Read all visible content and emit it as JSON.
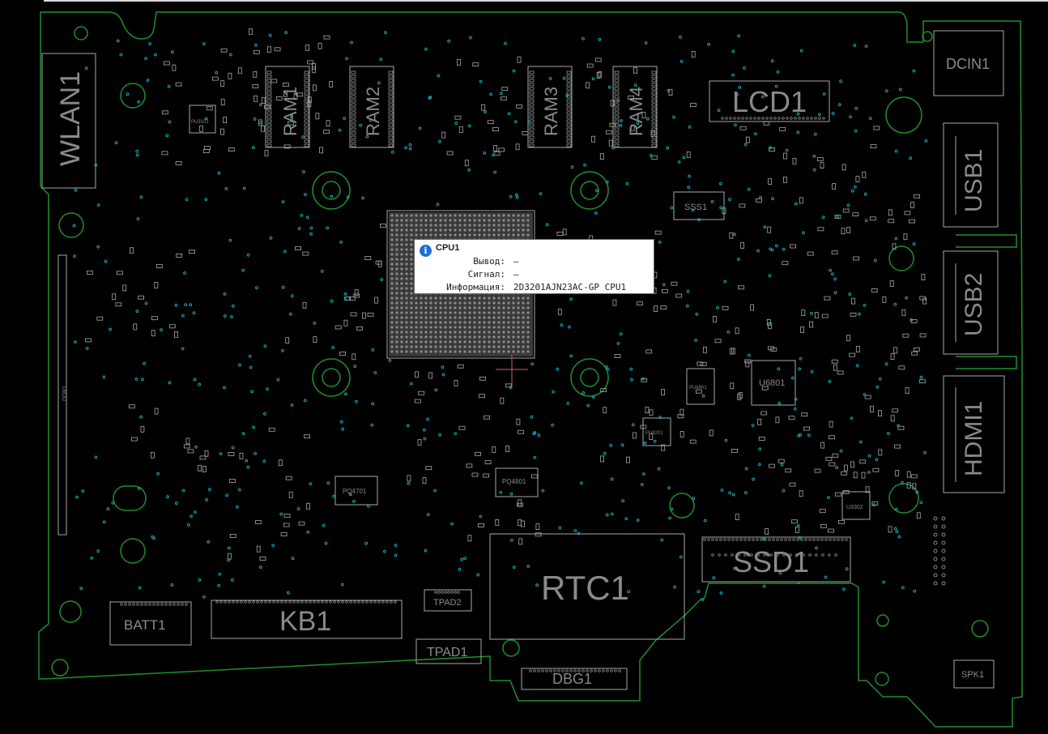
{
  "board": {
    "labels": {
      "wlan": "WLAN1",
      "ram1": "RAM1",
      "ram2": "RAM2",
      "ram3": "RAM3",
      "ram4": "RAM4",
      "lcd": "LCD1",
      "dcin": "DCIN1",
      "usb1": "USB1",
      "usb2": "USB2",
      "hdmi": "HDMI1",
      "ssd": "SSD1",
      "rtc": "RTC1",
      "kb": "KB1",
      "batt": "BATT1",
      "tpad1": "TPAD1",
      "tpad2": "TPAD2",
      "dbg": "DBG1",
      "spk": "SPK1",
      "sss": "SSS1",
      "u6801": "U6801",
      "pq4701": "PQ4701",
      "pq4801": "PQ4801",
      "pu8201": "PU8201",
      "pu6901": "PU6901",
      "pu3101": "PU3101",
      "u3302": "U3302",
      "ddr": "DDR1"
    },
    "colors": {
      "outline": "#1f8f2a",
      "silk": "#a8a8a8",
      "vias": "#1aa6b8",
      "marker": "#c86464"
    }
  },
  "tooltip": {
    "icon": "info-icon",
    "title": "CPU1",
    "rows": [
      {
        "key": "Вывод:",
        "value": "—"
      },
      {
        "key": "Сигнал:",
        "value": "—"
      },
      {
        "key": "Информация:",
        "value": "2D3201AJN23AC-GP CPU1"
      }
    ]
  }
}
